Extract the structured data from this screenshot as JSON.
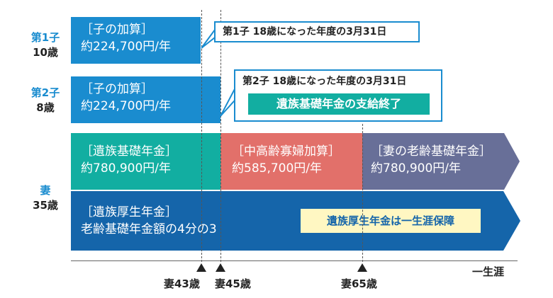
{
  "people": {
    "child1": {
      "name": "第1子",
      "age": "10歳"
    },
    "child2": {
      "name": "第2子",
      "age": "8歳"
    },
    "wife": {
      "name": "妻",
      "age": "35歳"
    }
  },
  "bars": {
    "child1_bar": {
      "title": "［子の加算］",
      "amount": "約224,700円/年"
    },
    "child2_bar": {
      "title": "［子の加算］",
      "amount": "約224,700円/年"
    },
    "basic_pension": {
      "title": "［遺族基礎年金］",
      "amount": "約780,900円/年"
    },
    "widow_addition": {
      "title": "［中高齢寡婦加算］",
      "amount": "約585,700円/年"
    },
    "old_age_pension": {
      "title": "［妻の老齢基礎年金］",
      "amount": "約780,900円/年"
    },
    "welfare_pension": {
      "title": "［遺族厚生年金］",
      "amount": "老齢基礎年金額の4分の3"
    }
  },
  "callouts": {
    "child1_end": "第1子 18歳になった年度の3月31日",
    "child2_end": "第2子 18歳になった年度の3月31日",
    "basic_end": "遺族基礎年金の支給終了",
    "lifetime": "遺族厚生年金は一生涯保障"
  },
  "timeline": {
    "t1": "妻43歳",
    "t2": "妻45歳",
    "t3": "妻65歳",
    "end": "一生涯"
  },
  "colors": {
    "blue": "#1a8ccf",
    "teal": "#12aea1",
    "salmon": "#e2706a",
    "slate": "#686f98",
    "navy": "#1565aa",
    "highlight": "#fff7c2"
  }
}
